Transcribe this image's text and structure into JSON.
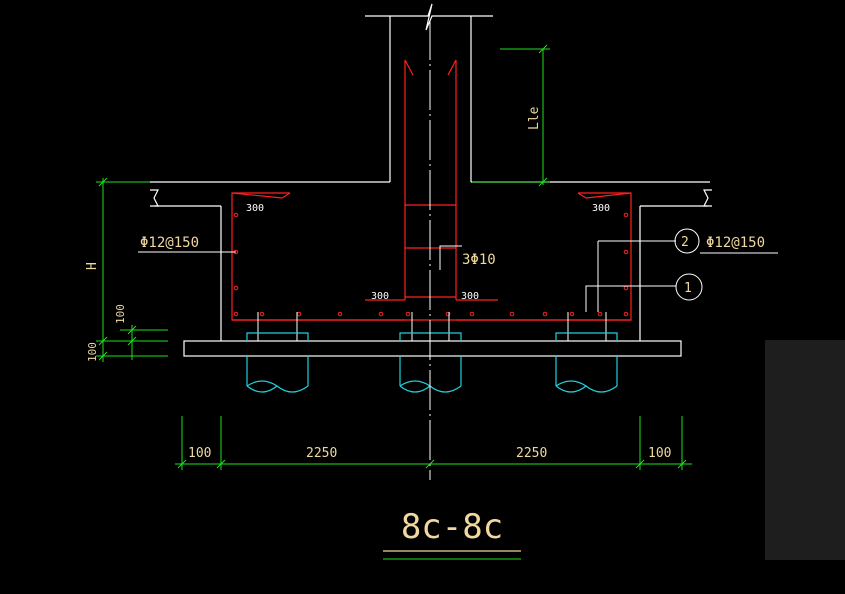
{
  "drawing": {
    "section_title": "8c-8c",
    "labels": {
      "rebar_left": "Φ12@150",
      "rebar_right": "Φ12@150",
      "stirrup": "3Φ10",
      "anchor_length": "Lle",
      "height": "H",
      "corner_tl": "300",
      "corner_tr": "300",
      "corner_bl": "300",
      "corner_br": "300",
      "callout_1": "1",
      "callout_2": "2"
    },
    "dimensions": {
      "left_edge": "100",
      "left_span": "2250",
      "right_span": "2250",
      "right_edge": "100",
      "vert_upper": "100",
      "vert_lower": "100"
    },
    "colors": {
      "background": "#000000",
      "outline": "#ffffff",
      "rebar": "#ff2020",
      "dimension": "#20e020",
      "text": "#f0d8a0",
      "pile": "#20d0e0",
      "panel": "#1e1e1e"
    }
  }
}
